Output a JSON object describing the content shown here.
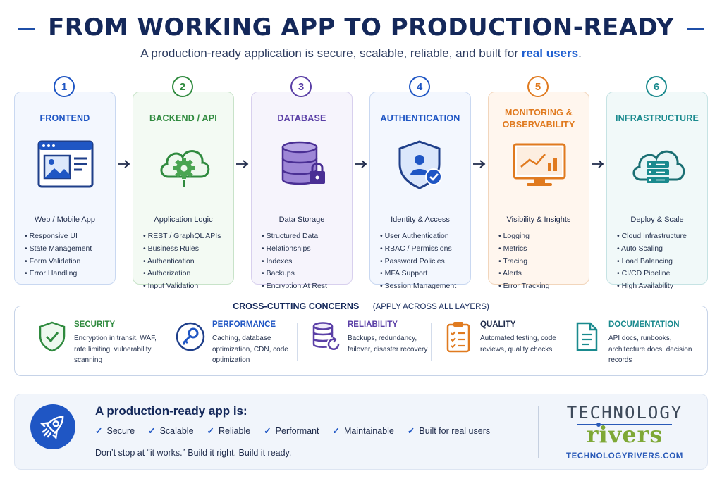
{
  "header": {
    "title": "FROM WORKING APP TO PRODUCTION-READY",
    "subtitle_main": "A production-ready application is secure, scalable, reliable, and built for ",
    "subtitle_highlight": "real users",
    "subtitle_end": "."
  },
  "layers": [
    {
      "number": "1",
      "title": "FRONTEND",
      "title2": "",
      "subtitle": "Web / Mobile App",
      "color": "#1f56c4",
      "icon": "browser-window-icon",
      "items": [
        "Responsive UI",
        "State Management",
        "Form Validation",
        "Error Handling"
      ]
    },
    {
      "number": "2",
      "title": "BACKEND / API",
      "title2": "",
      "subtitle": "Application Logic",
      "color": "#2f8a3e",
      "icon": "cloud-gear-icon",
      "items": [
        "REST / GraphQL APIs",
        "Business Rules",
        "Authentication",
        "Authorization",
        "Input Validation"
      ]
    },
    {
      "number": "3",
      "title": "DATABASE",
      "title2": "",
      "subtitle": "Data Storage",
      "color": "#5a3fa6",
      "icon": "database-lock-icon",
      "items": [
        "Structured Data",
        "Relationships",
        "Indexes",
        "Backups",
        "Encryption At Rest"
      ]
    },
    {
      "number": "4",
      "title": "AUTHENTICATION",
      "title2": "",
      "subtitle": "Identity & Access",
      "color": "#1f56c4",
      "icon": "shield-user-icon",
      "items": [
        "User Authentication",
        "RBAC / Permissions",
        "Password Policies",
        "MFA Support",
        "Session Management"
      ]
    },
    {
      "number": "5",
      "title": "MONITORING &",
      "title2": "OBSERVABILITY",
      "subtitle": "Visibility & Insights",
      "color": "#e07a1f",
      "icon": "monitor-chart-icon",
      "items": [
        "Logging",
        "Metrics",
        "Tracing",
        "Alerts",
        "Error Tracking"
      ]
    },
    {
      "number": "6",
      "title": "INFRASTRUCTURE",
      "title2": "",
      "subtitle": "Deploy & Scale",
      "color": "#1a8a8e",
      "icon": "cloud-server-icon",
      "items": [
        "Cloud Infrastructure",
        "Auto Scaling",
        "Load Balancing",
        "CI/CD Pipeline",
        "High Availability"
      ]
    }
  ],
  "cross_cutting": {
    "title": "CROSS-CUTTING CONCERNS",
    "title_note": "(APPLY ACROSS ALL LAYERS)",
    "concerns": [
      {
        "title": "SECURITY",
        "desc": "Encryption in transit, WAF, rate limiting, vulnerability scanning",
        "color": "#2f8a3e",
        "icon": "shield-check-icon"
      },
      {
        "title": "PERFORMANCE",
        "desc": "Caching, database optimization, CDN, code optimization",
        "color": "#1f56c4",
        "icon": "key-gauge-icon"
      },
      {
        "title": "RELIABILITY",
        "desc": "Backups, redundancy, failover, disaster recovery",
        "color": "#5a3fa6",
        "icon": "database-refresh-icon"
      },
      {
        "title": "QUALITY",
        "desc": "Automated testing, code reviews, quality checks",
        "color": "#e07a1f",
        "icon": "clipboard-checklist-icon"
      },
      {
        "title": "DOCUMENTATION",
        "desc": "API docs, runbooks, architecture docs, decision records",
        "color": "#1a8a8e",
        "icon": "document-icon"
      }
    ]
  },
  "summary": {
    "title": "A production-ready app is:",
    "checks": [
      "Secure",
      "Scalable",
      "Reliable",
      "Performant",
      "Maintainable",
      "Built for real users"
    ],
    "tagline": "Don’t stop at “it works.” Build it right. Build it ready.",
    "icon": "rocket-icon"
  },
  "logo": {
    "top": "TECHNOLOGY",
    "bottom": "rivers",
    "url": "TECHNOLOGYRIVERS.COM"
  }
}
